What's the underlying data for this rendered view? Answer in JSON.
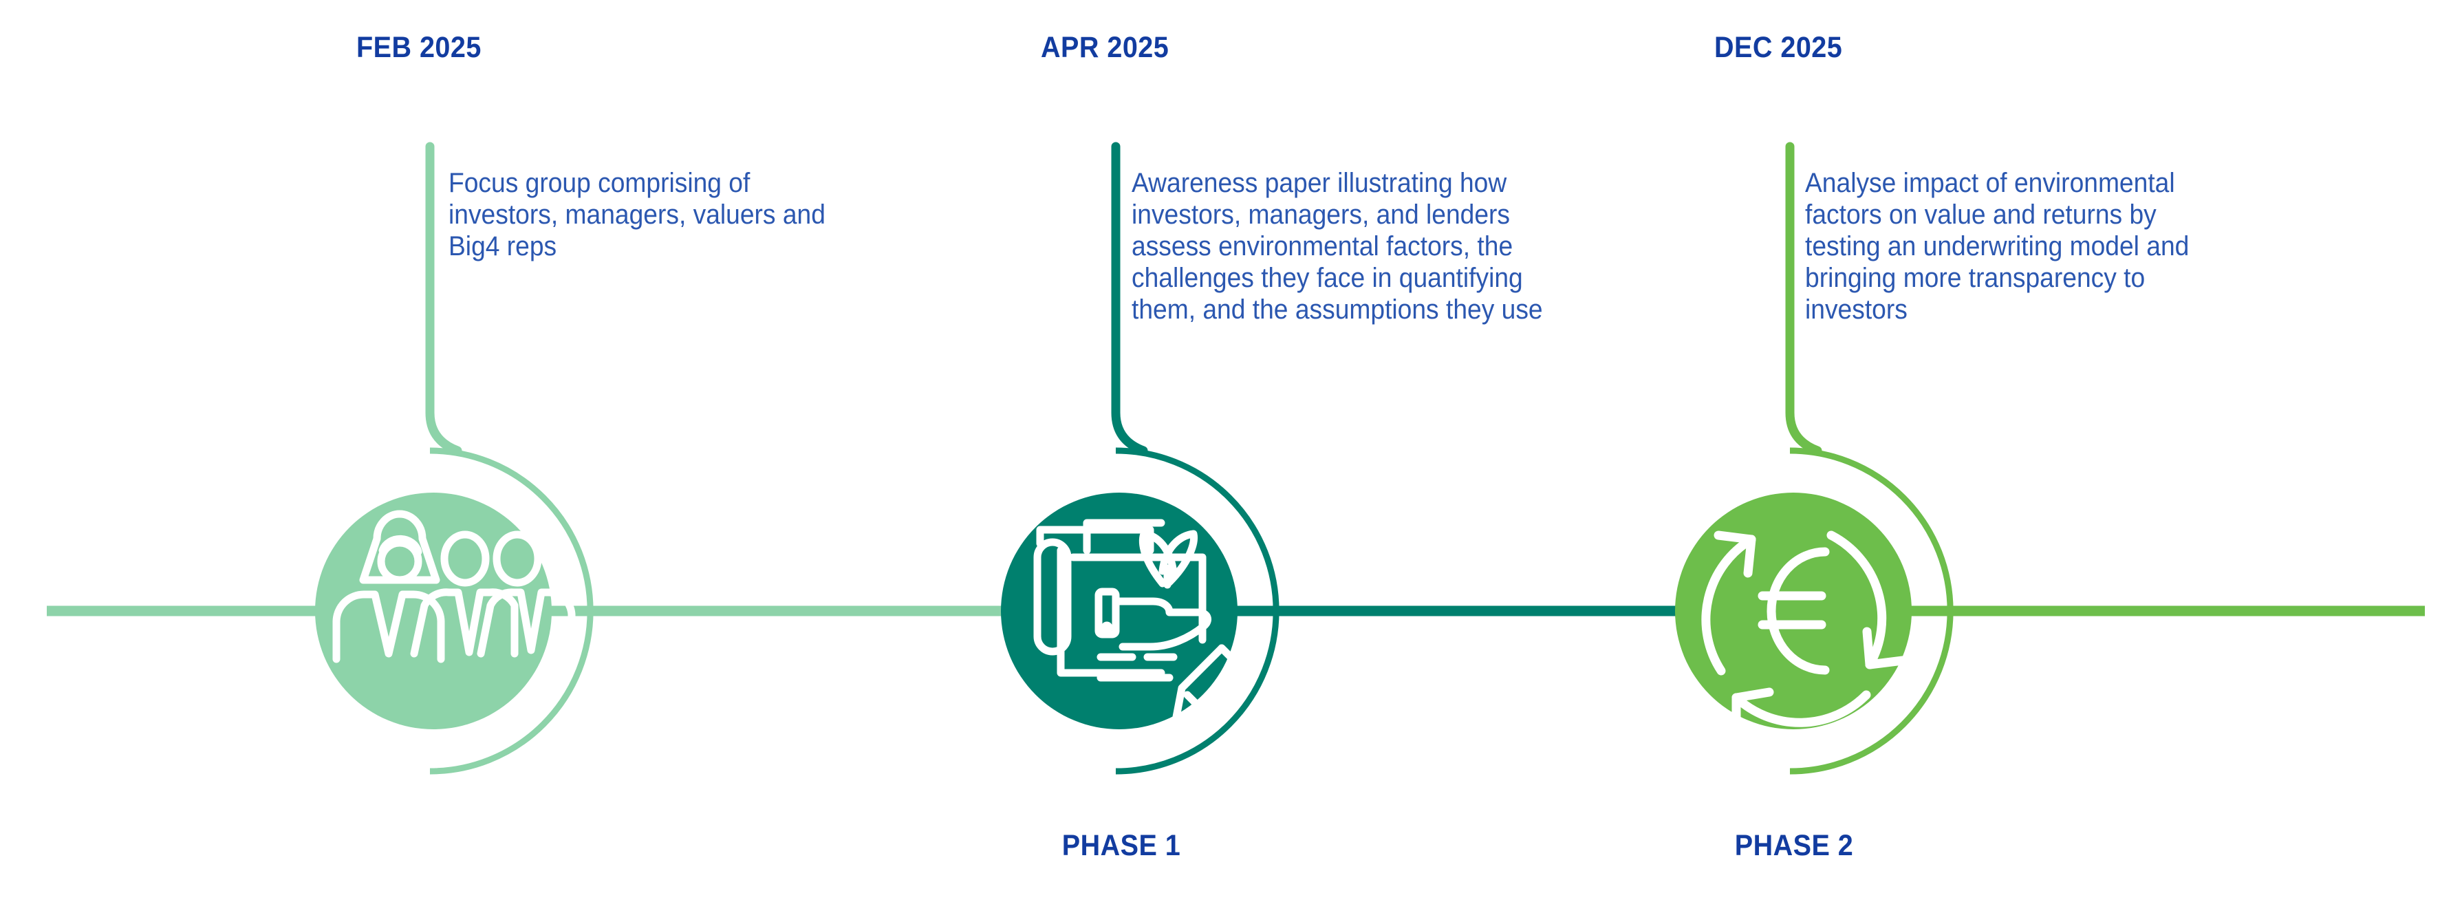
{
  "colors": {
    "light_green": "#8DD3A9",
    "teal": "#00806E",
    "bright_green": "#6DBE4B",
    "heading_blue": "#123CA0",
    "body_blue": "#2B57B0",
    "icon_white": "#FFFFFF",
    "background": "#FFFFFF"
  },
  "timeline": {
    "milestones": [
      {
        "date": "FEB 2025",
        "body": "Focus group comprising of investors, managers, valuers and Big4 reps",
        "phase": "",
        "icon": "people-group-icon",
        "color": "#8DD3A9"
      },
      {
        "date": "APR 2025",
        "body": "Awareness paper illustrating how investors, managers, and lenders assess environmental factors, the challenges they face in quantifying them, and the assumptions they use",
        "phase": "PHASE 1",
        "icon": "document-leaf-pencil-icon",
        "color": "#00806E"
      },
      {
        "date": "DEC 2025",
        "body": "Analyse impact of environmental factors on value and returns by testing an underwriting model and bringing more transparency to investors",
        "phase": "PHASE 2",
        "icon": "euro-recycle-icon",
        "color": "#6DBE4B"
      }
    ],
    "segments": [
      {
        "name": "segment-start",
        "color": "#8DD3A9"
      },
      {
        "name": "segment-one-to-two",
        "color": "#8DD3A9"
      },
      {
        "name": "segment-two-to-three",
        "color": "#00806E"
      },
      {
        "name": "segment-end",
        "color": "#6DBE4B"
      }
    ]
  }
}
